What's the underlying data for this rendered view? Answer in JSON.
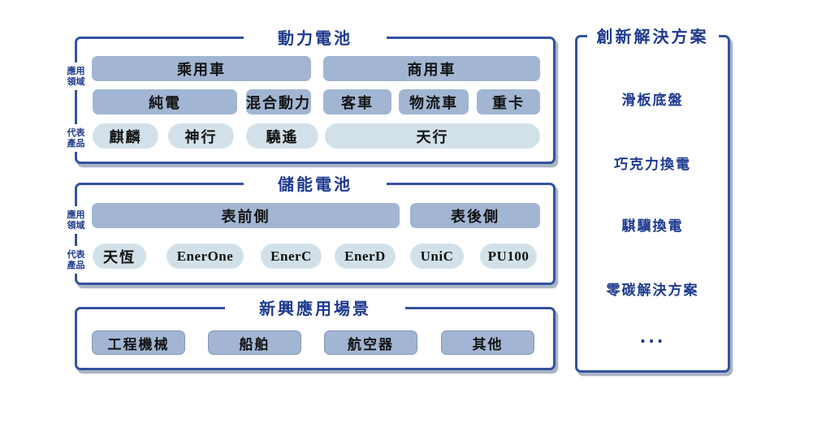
{
  "colors": {
    "frame": "#3352a0",
    "navy": "#1e3a8f",
    "bar": "#a2b6d3",
    "pill": "#d2e1e9",
    "ink": "#121212",
    "shadow": "#aab5c4"
  },
  "power": {
    "title": "動力電池",
    "side_labels": [
      "應用\n領域",
      "代表\n產品"
    ],
    "applications": [
      "乘用車",
      "商用車"
    ],
    "segments": [
      "純電",
      "混合動力",
      "客車",
      "物流車",
      "重卡"
    ],
    "products": [
      "麒麟",
      "神行",
      "驍遙",
      "天行"
    ]
  },
  "storage": {
    "title": "儲能電池",
    "side_labels": [
      "應用\n領域",
      "代表\n產品"
    ],
    "applications": [
      "表前側",
      "表後側"
    ],
    "products": [
      "天恆",
      "EnerOne",
      "EnerC",
      "EnerD",
      "UniC",
      "PU100"
    ]
  },
  "emerging": {
    "title": "新興應用場景",
    "scenarios": [
      "工程機械",
      "船舶",
      "航空器",
      "其他"
    ]
  },
  "solutions": {
    "title": "創新解決方案",
    "items": [
      "滑板底盤",
      "巧克力換電",
      "騏驥換電",
      "零碳解決方案",
      "..."
    ]
  }
}
